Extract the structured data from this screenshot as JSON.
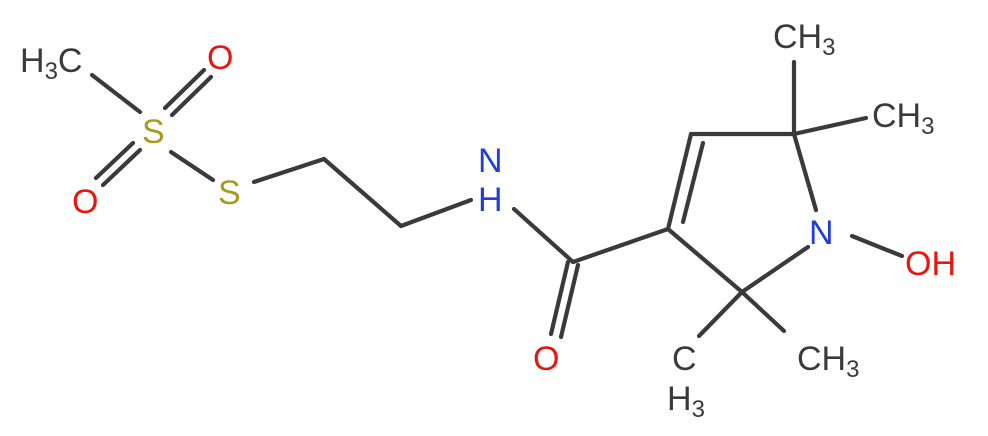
{
  "colors": {
    "bond": "#3a3a3a",
    "carbon_label": "#3a3a3a",
    "nitrogen": "#1f3fd8",
    "oxygen": "#e8160c",
    "sulfur": "#a89a1f"
  },
  "atoms": {
    "ch3_topleft": {
      "main": "H",
      "sub": "3",
      "tail": "C"
    },
    "s_sulfonyl": {
      "main": "S"
    },
    "o_top": {
      "main": "O"
    },
    "o_left": {
      "main": "O"
    },
    "s_thio": {
      "main": "S"
    },
    "nh_amide": {
      "main": "N",
      "line2": "H"
    },
    "o_amide": {
      "main": "O"
    },
    "n_ring": {
      "main": "N"
    },
    "oh": {
      "main": "O",
      "tail": "H"
    },
    "ch3_top": {
      "main": "CH",
      "sub": "3"
    },
    "ch3_right": {
      "main": "CH",
      "sub": "3"
    },
    "ch3_bottomleft": {
      "main": "CH",
      "sub": "3",
      "stacked": true
    },
    "ch3_bottomright": {
      "main": "CH",
      "sub": "3"
    }
  }
}
